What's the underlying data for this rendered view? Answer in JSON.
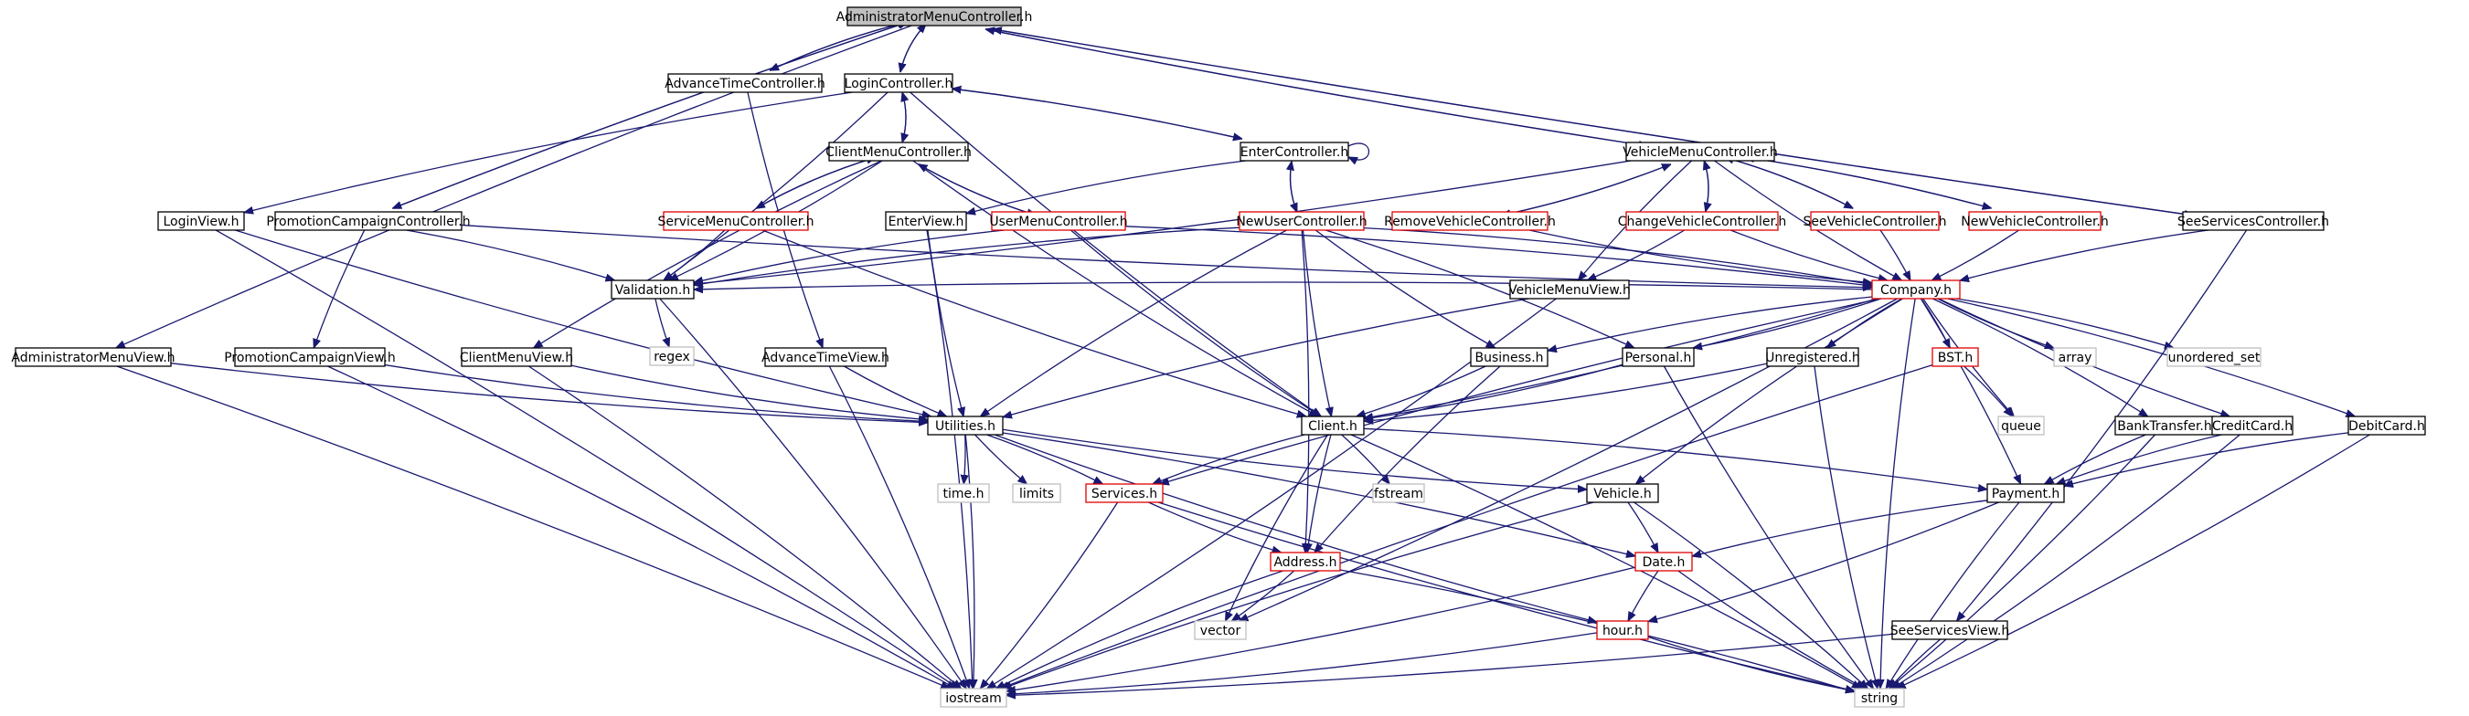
{
  "title": "AdministratorMenuController.h",
  "nodes": [
    {
      "id": "AdministratorMenuController.h",
      "style": "root"
    },
    {
      "id": "AdvanceTimeController.h",
      "style": "black"
    },
    {
      "id": "LoginController.h",
      "style": "black"
    },
    {
      "id": "VehicleMenuController.h",
      "style": "black"
    },
    {
      "id": "ClientMenuController.h",
      "style": "black"
    },
    {
      "id": "EnterController.h",
      "style": "black"
    },
    {
      "id": "LoginView.h",
      "style": "black"
    },
    {
      "id": "PromotionCampaignController.h",
      "style": "black"
    },
    {
      "id": "ServiceMenuController.h",
      "style": "red"
    },
    {
      "id": "EnterView.h",
      "style": "black"
    },
    {
      "id": "UserMenuController.h",
      "style": "red"
    },
    {
      "id": "NewUserController.h",
      "style": "red"
    },
    {
      "id": "RemoveVehicleController.h",
      "style": "red"
    },
    {
      "id": "ChangeVehicleController.h",
      "style": "red"
    },
    {
      "id": "SeeVehicleController.h",
      "style": "red"
    },
    {
      "id": "NewVehicleController.h",
      "style": "red"
    },
    {
      "id": "SeeServicesController.h",
      "style": "black"
    },
    {
      "id": "Validation.h",
      "style": "black"
    },
    {
      "id": "Company.h",
      "style": "red"
    },
    {
      "id": "VehicleMenuView.h",
      "style": "black"
    },
    {
      "id": "regex",
      "style": "gray"
    },
    {
      "id": "AdministratorMenuView.h",
      "style": "black"
    },
    {
      "id": "PromotionCampaignView.h",
      "style": "black"
    },
    {
      "id": "ClientMenuView.h",
      "style": "black"
    },
    {
      "id": "AdvanceTimeView.h",
      "style": "black"
    },
    {
      "id": "Business.h",
      "style": "black"
    },
    {
      "id": "Personal.h",
      "style": "black"
    },
    {
      "id": "Unregistered.h",
      "style": "black"
    },
    {
      "id": "BST.h",
      "style": "red"
    },
    {
      "id": "array",
      "style": "gray"
    },
    {
      "id": "unordered_set",
      "style": "gray"
    },
    {
      "id": "Utilities.h",
      "style": "black"
    },
    {
      "id": "Client.h",
      "style": "black"
    },
    {
      "id": "queue",
      "style": "gray"
    },
    {
      "id": "BankTransfer.h",
      "style": "black"
    },
    {
      "id": "CreditCard.h",
      "style": "black"
    },
    {
      "id": "DebitCard.h",
      "style": "black"
    },
    {
      "id": "time.h",
      "style": "gray"
    },
    {
      "id": "limits",
      "style": "gray"
    },
    {
      "id": "Services.h",
      "style": "red"
    },
    {
      "id": "fstream",
      "style": "gray"
    },
    {
      "id": "Vehicle.h",
      "style": "black"
    },
    {
      "id": "Payment.h",
      "style": "black"
    },
    {
      "id": "Address.h",
      "style": "red"
    },
    {
      "id": "Date.h",
      "style": "red"
    },
    {
      "id": "vector",
      "style": "gray"
    },
    {
      "id": "hour.h",
      "style": "red"
    },
    {
      "id": "SeeServicesView.h",
      "style": "black"
    },
    {
      "id": "iostream",
      "style": "gray"
    },
    {
      "id": "string",
      "style": "gray"
    }
  ],
  "edges": [
    [
      "AdministratorMenuController.h",
      "AdvanceTimeController.h"
    ],
    [
      "AdministratorMenuController.h",
      "LoginController.h"
    ],
    [
      "AdministratorMenuController.h",
      "VehicleMenuController.h"
    ],
    [
      "AdministratorMenuController.h",
      "PromotionCampaignController.h"
    ],
    [
      "AdministratorMenuController.h",
      "SeeServicesController.h"
    ],
    [
      "AdministratorMenuController.h",
      "AdministratorMenuView.h"
    ],
    [
      "AdvanceTimeController.h",
      "AdministratorMenuController.h"
    ],
    [
      "AdvanceTimeController.h",
      "AdvanceTimeView.h"
    ],
    [
      "LoginController.h",
      "AdministratorMenuController.h"
    ],
    [
      "LoginController.h",
      "ClientMenuController.h"
    ],
    [
      "LoginController.h",
      "EnterController.h"
    ],
    [
      "LoginController.h",
      "LoginView.h"
    ],
    [
      "LoginController.h",
      "Validation.h"
    ],
    [
      "LoginController.h",
      "Client.h"
    ],
    [
      "ClientMenuController.h",
      "LoginController.h"
    ],
    [
      "ClientMenuController.h",
      "ServiceMenuController.h"
    ],
    [
      "ClientMenuController.h",
      "UserMenuController.h"
    ],
    [
      "ClientMenuController.h",
      "ClientMenuView.h"
    ],
    [
      "ClientMenuController.h",
      "Validation.h"
    ],
    [
      "ClientMenuController.h",
      "Client.h"
    ],
    [
      "EnterController.h",
      "LoginController.h"
    ],
    [
      "EnterController.h",
      "EnterController.h"
    ],
    [
      "EnterController.h",
      "NewUserController.h"
    ],
    [
      "EnterController.h",
      "EnterView.h"
    ],
    [
      "VehicleMenuController.h",
      "AdministratorMenuController.h"
    ],
    [
      "VehicleMenuController.h",
      "RemoveVehicleController.h"
    ],
    [
      "VehicleMenuController.h",
      "ChangeVehicleController.h"
    ],
    [
      "VehicleMenuController.h",
      "SeeVehicleController.h"
    ],
    [
      "VehicleMenuController.h",
      "NewVehicleController.h"
    ],
    [
      "VehicleMenuController.h",
      "VehicleMenuView.h"
    ],
    [
      "VehicleMenuController.h",
      "Validation.h"
    ],
    [
      "VehicleMenuController.h",
      "Company.h"
    ],
    [
      "PromotionCampaignController.h",
      "AdministratorMenuController.h"
    ],
    [
      "PromotionCampaignController.h",
      "PromotionCampaignView.h"
    ],
    [
      "PromotionCampaignController.h",
      "Validation.h"
    ],
    [
      "PromotionCampaignController.h",
      "Company.h"
    ],
    [
      "SeeServicesController.h",
      "AdministratorMenuController.h"
    ],
    [
      "SeeServicesController.h",
      "Company.h"
    ],
    [
      "SeeServicesController.h",
      "SeeServicesView.h"
    ],
    [
      "ServiceMenuController.h",
      "ClientMenuController.h"
    ],
    [
      "ServiceMenuController.h",
      "Validation.h"
    ],
    [
      "ServiceMenuController.h",
      "Client.h"
    ],
    [
      "UserMenuController.h",
      "ClientMenuController.h"
    ],
    [
      "UserMenuController.h",
      "Validation.h"
    ],
    [
      "UserMenuController.h",
      "Company.h"
    ],
    [
      "UserMenuController.h",
      "Client.h"
    ],
    [
      "NewUserController.h",
      "EnterController.h"
    ],
    [
      "NewUserController.h",
      "Validation.h"
    ],
    [
      "NewUserController.h",
      "Company.h"
    ],
    [
      "NewUserController.h",
      "Business.h"
    ],
    [
      "NewUserController.h",
      "Personal.h"
    ],
    [
      "NewUserController.h",
      "Client.h"
    ],
    [
      "NewUserController.h",
      "Address.h"
    ],
    [
      "NewUserController.h",
      "Utilities.h"
    ],
    [
      "RemoveVehicleController.h",
      "VehicleMenuController.h"
    ],
    [
      "RemoveVehicleController.h",
      "Company.h"
    ],
    [
      "ChangeVehicleController.h",
      "VehicleMenuController.h"
    ],
    [
      "ChangeVehicleController.h",
      "Company.h"
    ],
    [
      "ChangeVehicleController.h",
      "VehicleMenuView.h"
    ],
    [
      "SeeVehicleController.h",
      "VehicleMenuController.h"
    ],
    [
      "SeeVehicleController.h",
      "Company.h"
    ],
    [
      "NewVehicleController.h",
      "VehicleMenuController.h"
    ],
    [
      "NewVehicleController.h",
      "Company.h"
    ],
    [
      "LoginView.h",
      "Utilities.h"
    ],
    [
      "LoginView.h",
      "iostream"
    ],
    [
      "EnterView.h",
      "Utilities.h"
    ],
    [
      "EnterView.h",
      "iostream"
    ],
    [
      "Validation.h",
      "regex"
    ],
    [
      "Validation.h",
      "iostream"
    ],
    [
      "VehicleMenuView.h",
      "Utilities.h"
    ],
    [
      "VehicleMenuView.h",
      "iostream"
    ],
    [
      "AdministratorMenuView.h",
      "Utilities.h"
    ],
    [
      "AdministratorMenuView.h",
      "iostream"
    ],
    [
      "PromotionCampaignView.h",
      "Utilities.h"
    ],
    [
      "PromotionCampaignView.h",
      "iostream"
    ],
    [
      "ClientMenuView.h",
      "Utilities.h"
    ],
    [
      "ClientMenuView.h",
      "iostream"
    ],
    [
      "AdvanceTimeView.h",
      "Utilities.h"
    ],
    [
      "AdvanceTimeView.h",
      "iostream"
    ],
    [
      "Company.h",
      "Validation.h"
    ],
    [
      "Company.h",
      "Client.h"
    ],
    [
      "Company.h",
      "Business.h"
    ],
    [
      "Company.h",
      "Personal.h"
    ],
    [
      "Company.h",
      "Unregistered.h"
    ],
    [
      "Company.h",
      "BST.h"
    ],
    [
      "Company.h",
      "array"
    ],
    [
      "Company.h",
      "unordered_set"
    ],
    [
      "Company.h",
      "queue"
    ],
    [
      "Company.h",
      "BankTransfer.h"
    ],
    [
      "Company.h",
      "CreditCard.h"
    ],
    [
      "Company.h",
      "DebitCard.h"
    ],
    [
      "Company.h",
      "Vehicle.h"
    ],
    [
      "Company.h",
      "Payment.h"
    ],
    [
      "Company.h",
      "Services.h"
    ],
    [
      "Company.h",
      "vector"
    ],
    [
      "Company.h",
      "string"
    ],
    [
      "Business.h",
      "Client.h"
    ],
    [
      "Business.h",
      "Address.h"
    ],
    [
      "Personal.h",
      "Client.h"
    ],
    [
      "Personal.h",
      "string"
    ],
    [
      "Unregistered.h",
      "Client.h"
    ],
    [
      "Unregistered.h",
      "string"
    ],
    [
      "BST.h",
      "queue"
    ],
    [
      "BST.h",
      "iostream"
    ],
    [
      "Utilities.h",
      "time.h"
    ],
    [
      "Utilities.h",
      "limits"
    ],
    [
      "Utilities.h",
      "Services.h"
    ],
    [
      "Utilities.h",
      "Vehicle.h"
    ],
    [
      "Utilities.h",
      "Date.h"
    ],
    [
      "Utilities.h",
      "hour.h"
    ],
    [
      "Utilities.h",
      "iostream"
    ],
    [
      "Client.h",
      "Services.h"
    ],
    [
      "Client.h",
      "fstream"
    ],
    [
      "Client.h",
      "Address.h"
    ],
    [
      "Client.h",
      "Payment.h"
    ],
    [
      "Client.h",
      "vector"
    ],
    [
      "Client.h",
      "string"
    ],
    [
      "BankTransfer.h",
      "Payment.h"
    ],
    [
      "BankTransfer.h",
      "string"
    ],
    [
      "CreditCard.h",
      "Payment.h"
    ],
    [
      "CreditCard.h",
      "string"
    ],
    [
      "DebitCard.h",
      "Payment.h"
    ],
    [
      "DebitCard.h",
      "string"
    ],
    [
      "Services.h",
      "Address.h"
    ],
    [
      "Services.h",
      "iostream"
    ],
    [
      "Services.h",
      "string"
    ],
    [
      "Vehicle.h",
      "Date.h"
    ],
    [
      "Vehicle.h",
      "iostream"
    ],
    [
      "Vehicle.h",
      "string"
    ],
    [
      "Payment.h",
      "Date.h"
    ],
    [
      "Payment.h",
      "hour.h"
    ],
    [
      "Payment.h",
      "string"
    ],
    [
      "Address.h",
      "vector"
    ],
    [
      "Address.h",
      "iostream"
    ],
    [
      "Address.h",
      "string"
    ],
    [
      "Date.h",
      "hour.h"
    ],
    [
      "Date.h",
      "iostream"
    ],
    [
      "Date.h",
      "string"
    ],
    [
      "hour.h",
      "iostream"
    ],
    [
      "hour.h",
      "string"
    ],
    [
      "SeeServicesView.h",
      "iostream"
    ],
    [
      "SeeServicesView.h",
      "string"
    ]
  ]
}
